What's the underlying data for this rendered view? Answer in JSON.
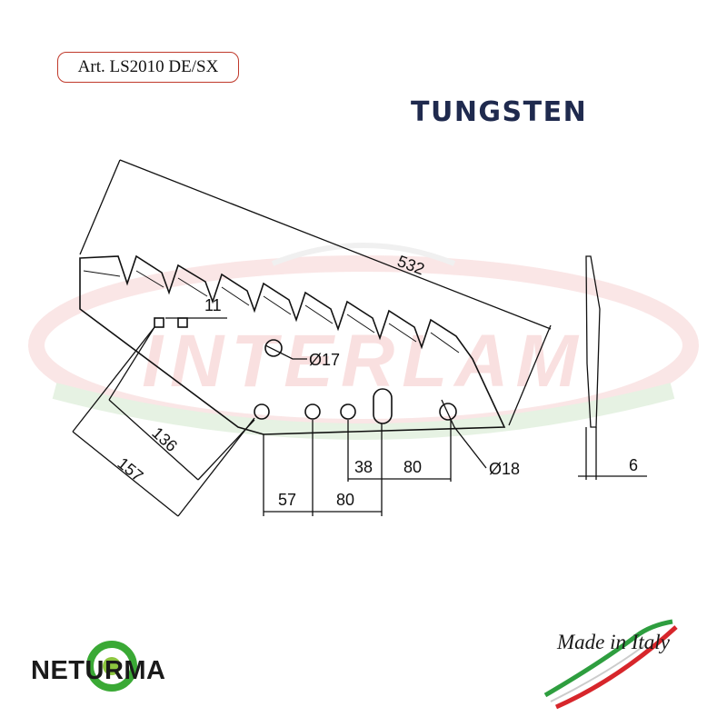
{
  "article_code": "Art. LS2010 DE/SX",
  "material": "TUNGSTEN",
  "watermark": "INTERLAM",
  "dimensions": {
    "overall_length": "532",
    "offset_11": "11",
    "offset_136": "136",
    "offset_157": "157",
    "hole_17": "Ø17",
    "hole_18": "Ø18",
    "spacing_57": "57",
    "spacing_80_a": "80",
    "spacing_38": "38",
    "spacing_80_b": "80",
    "thickness": "6"
  },
  "brand": {
    "name": "NETURMA",
    "logo_colors": [
      "#3aa935",
      "#8dc63f"
    ]
  },
  "origin": {
    "text": "Made in Italy",
    "flag_colors": [
      "#2e9e3f",
      "#ffffff",
      "#d7262b"
    ]
  },
  "colors": {
    "line": "#111111",
    "watermark_red": "#e85a5a",
    "watermark_green": "#a8cfa0",
    "art_border": "#c0392b",
    "tungsten": "#1f2a4e"
  }
}
